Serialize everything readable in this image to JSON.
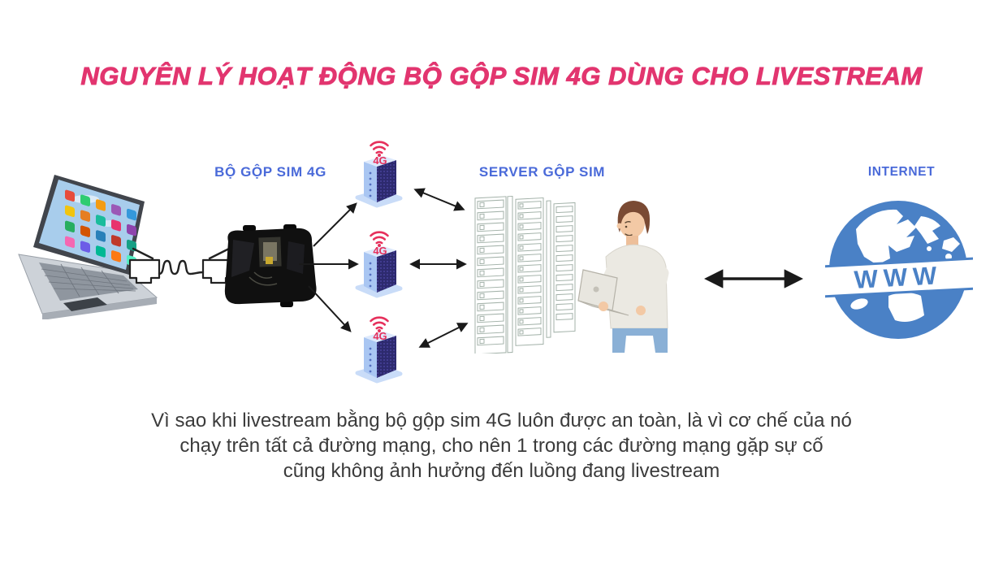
{
  "title": "NGUYÊN LÝ HOẠT ĐỘNG BỘ GỘP SIM 4G DÙNG CHO LIVESTREAM",
  "labels": {
    "device": "BỘ GỘP SIM 4G",
    "server": "SERVER GỘP SIM",
    "internet": "INTERNET"
  },
  "router_badge": "4G",
  "globe_text": "WWW",
  "description_lines": [
    "Vì sao khi livestream bằng bộ gộp sim 4G luôn được an toàn, là vì cơ chế của nó",
    "chạy trên tất cả đường mạng, cho nên 1 trong các đường mạng gặp sự cố",
    "cũng không ảnh hưởng đến luồng đang livestream"
  ],
  "colors": {
    "title_pink": "#E2356F",
    "label_blue": "#4A6AD9",
    "router_red": "#E6305C",
    "router_navy": "#2D2A6E",
    "globe_blue": "#4A81C6",
    "text_dark": "#3B3B3B",
    "arrow_black": "#1A1A1A"
  }
}
